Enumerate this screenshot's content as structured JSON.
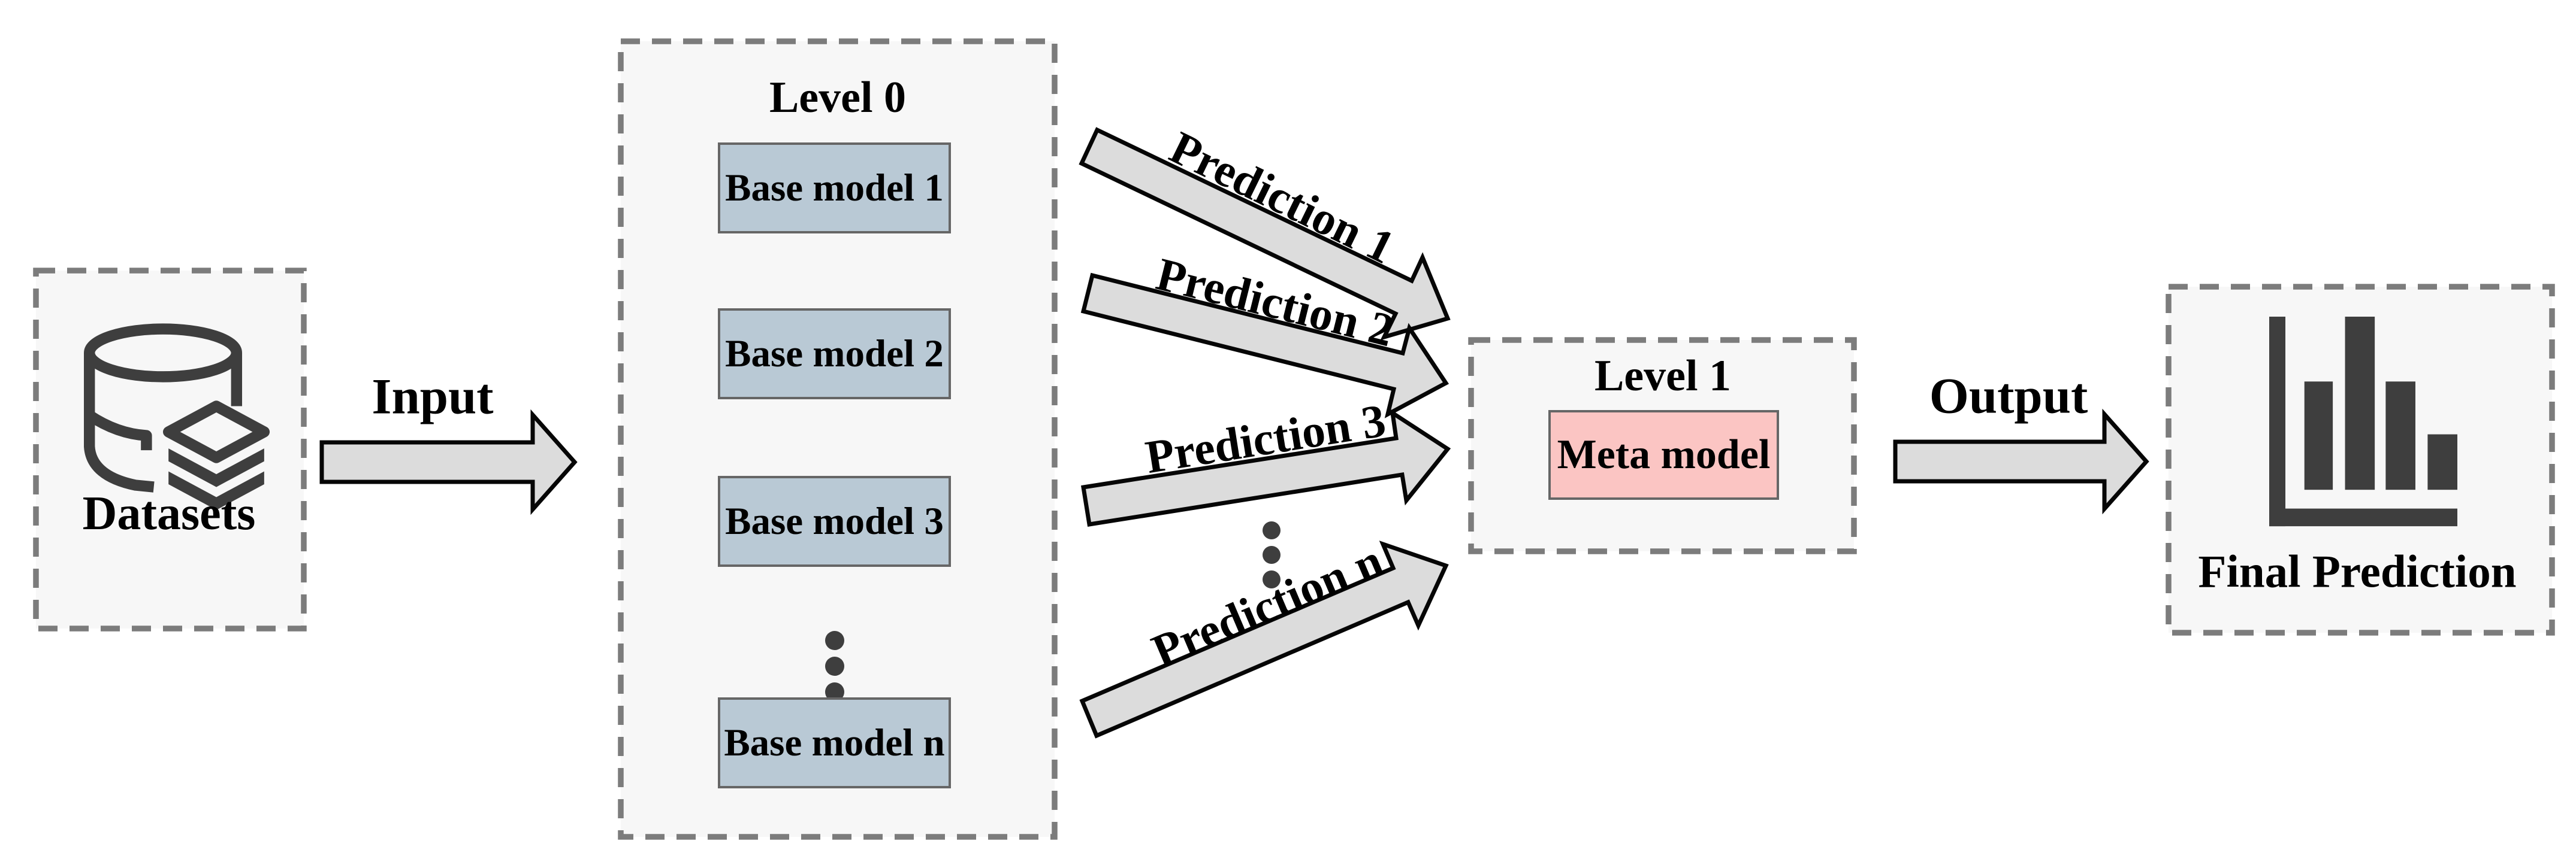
{
  "diagram": {
    "title_semantic": "Stacking ensemble architecture diagram",
    "datasets": {
      "label": "Datasets"
    },
    "input_arrow": {
      "label": "Input"
    },
    "level0": {
      "title": "Level 0",
      "models": [
        "Base model 1",
        "Base model 2",
        "Base model 3",
        "Base model n"
      ]
    },
    "predictions": [
      {
        "label": "Prediction 1"
      },
      {
        "label": "Prediction 2"
      },
      {
        "label": "Prediction 3"
      },
      {
        "label": "Prediction n"
      }
    ],
    "level1": {
      "title": "Level 1",
      "model": "Meta model"
    },
    "output_arrow": {
      "label": "Output"
    },
    "final": {
      "label": "Final Prediction"
    }
  },
  "icons": {
    "datasets_icon": "database-layers-icon",
    "final_icon": "bar-chart-icon",
    "ellipsis": "vertical-ellipsis-dots"
  },
  "colors": {
    "canvas_bg": "#ffffff",
    "panel_bg": "#f7f7f7",
    "dash_border": "#7c7c7c",
    "solid_box_border": "#666666",
    "base_model_fill": "#b9c9d5",
    "meta_model_fill": "#fbc5c3",
    "arrow_fill": "#dcdcdc",
    "arrow_outline": "#060606",
    "icon_color": "#3e3e3e",
    "text_color": "#000000"
  }
}
